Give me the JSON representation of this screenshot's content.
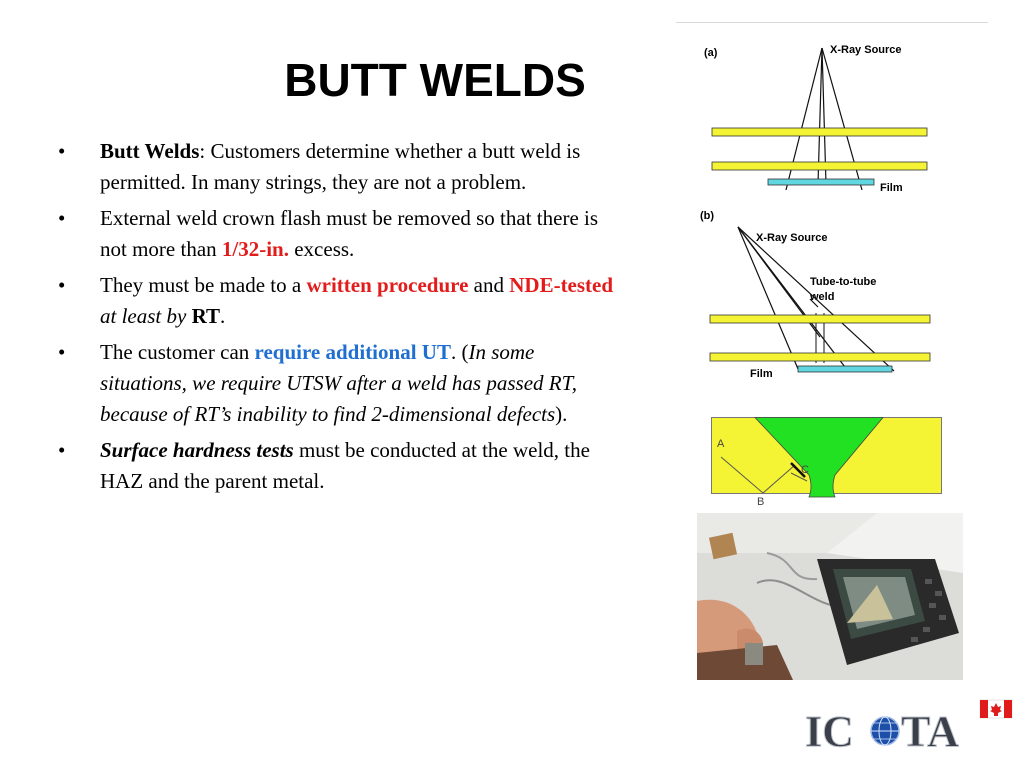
{
  "slide": {
    "title": "BUTT WELDS",
    "bullets": [
      {
        "lead": "Butt Welds",
        "text": ": Customers determine whether a butt weld is permitted. In many strings, they are not a problem."
      },
      {
        "text_a": "External weld crown flash must be removed so that there is not more than ",
        "highlight": "1/32-in.",
        "text_b": " excess."
      },
      {
        "text_a": "They must be made to a ",
        "highlight_1": "written procedure",
        "text_b": " and ",
        "highlight_2": "NDE-tested",
        "italic": " at least by ",
        "bold": "RT",
        "text_c": "."
      },
      {
        "text_a": "The customer can ",
        "highlight": "require additional UT",
        "text_b": ". (",
        "italic": "In some situations, we require UTSW after a weld has passed RT, because of RT’s inability to find 2-dimensional defects",
        "text_c": ")."
      },
      {
        "lead": "Surface hardness tests",
        "text": " must be conducted at the weld, the HAZ and the parent metal."
      }
    ],
    "bullet_symbol": "•"
  },
  "figure_a": {
    "label": "(a)",
    "source_label": "X-Ray Source",
    "film_label": "Film"
  },
  "figure_b": {
    "label": "(b)",
    "source_label": "X-Ray Source",
    "weld_label_1": "Tube-to-tube",
    "weld_label_2": "weld",
    "film_label": "Film"
  },
  "figure_c": {
    "label_a": "A",
    "label_b": "B",
    "label_c": "C"
  },
  "logo": {
    "text_left": "IC",
    "text_right": "TA"
  },
  "colors": {
    "red_accent": "#e31b1b",
    "blue_accent": "#1f6fd1",
    "plate_yellow": "#f4f434",
    "film_cyan": "#5fd6e0",
    "weld_green": "#22e022"
  }
}
